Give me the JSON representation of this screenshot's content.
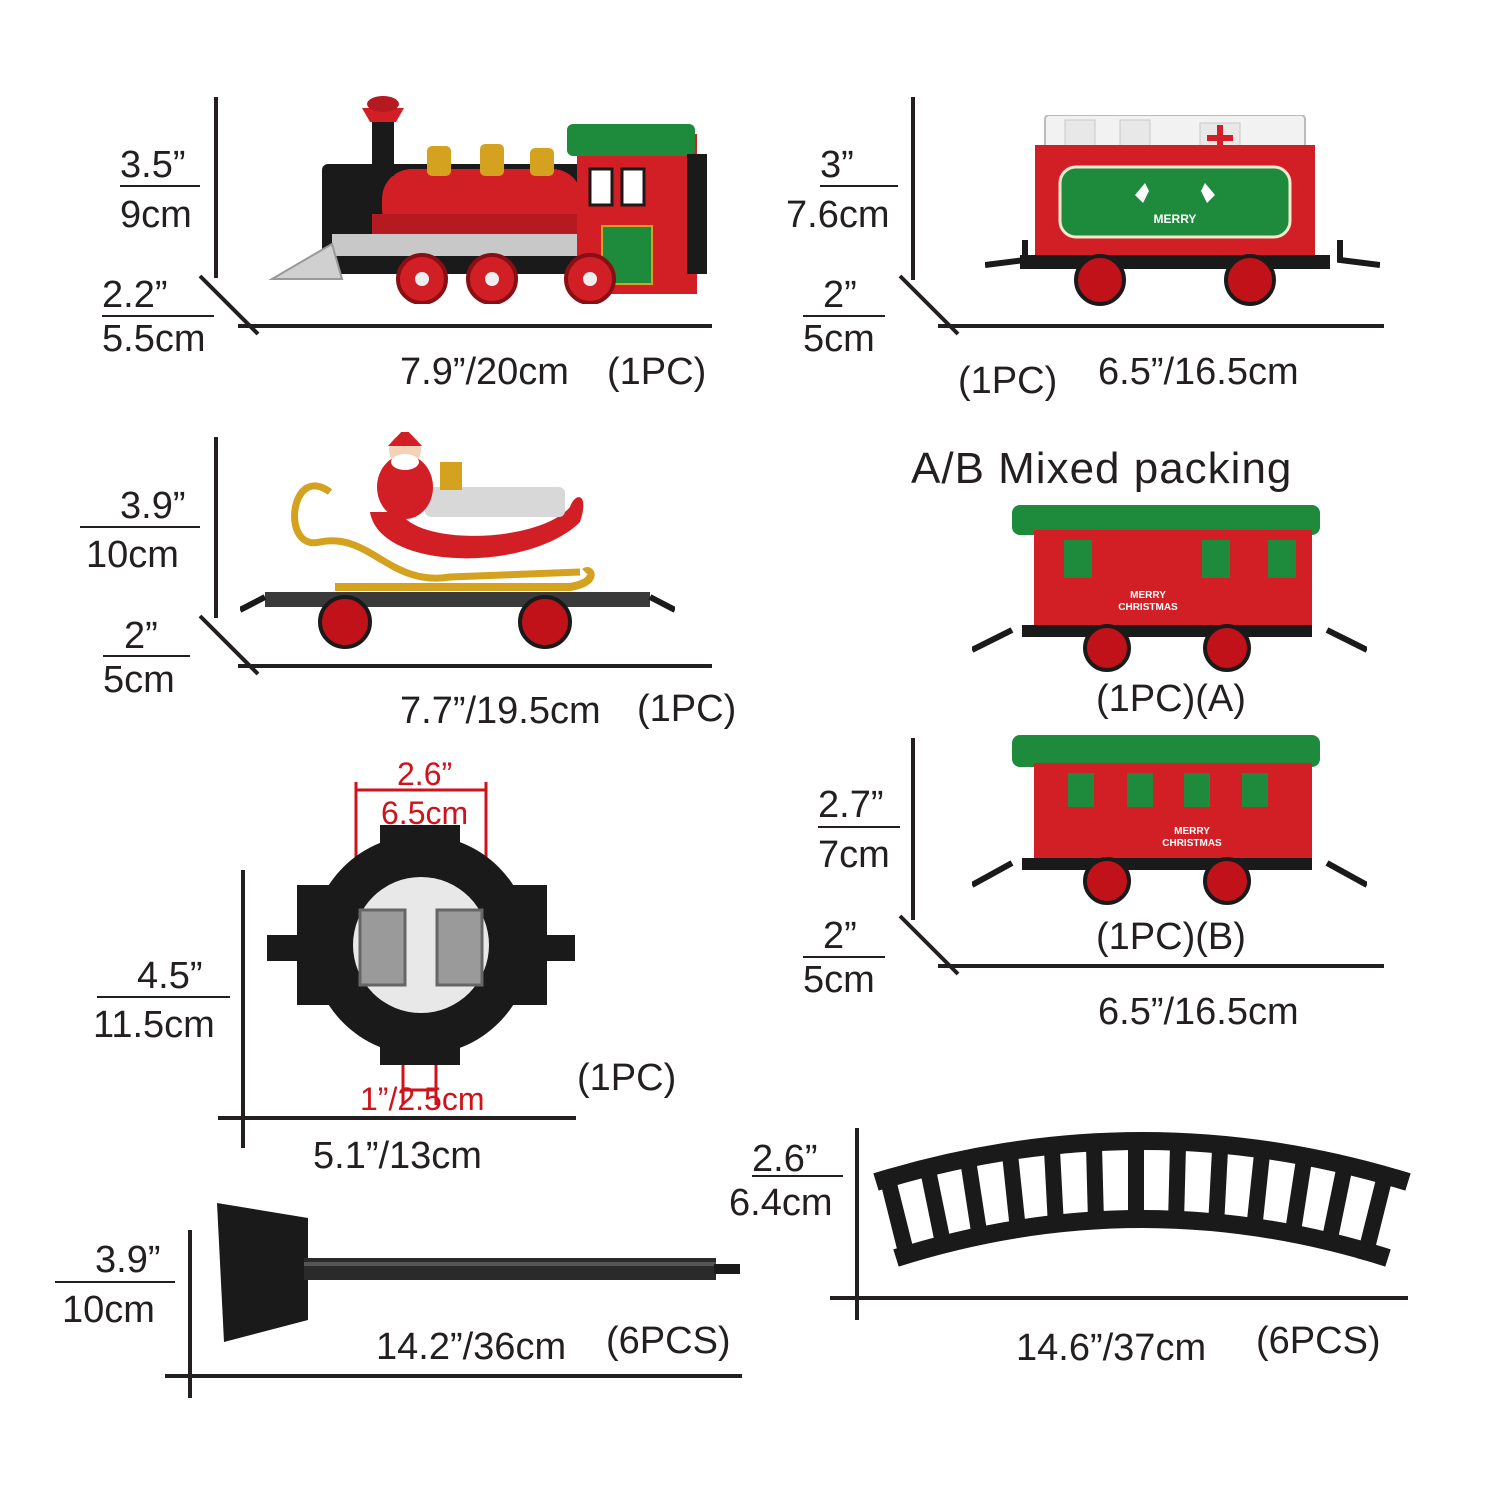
{
  "packing_title": "A/B Mixed packing",
  "locomotive": {
    "height": "3.5”",
    "height_cm": "9cm",
    "depth": "2.2”",
    "depth_cm": "5.5cm",
    "length": "7.9”/20cm",
    "qty": "(1PC)"
  },
  "gift_car": {
    "height": "3”",
    "height_cm": "7.6cm",
    "depth": "2”",
    "depth_cm": "5cm",
    "qty": "(1PC)",
    "length": "6.5”/16.5cm",
    "panel_text": "MERRY"
  },
  "sleigh_car": {
    "height": "3.9”",
    "height_cm": "10cm",
    "depth": "2”",
    "depth_cm": "5cm",
    "length": "7.7”/19.5cm",
    "qty": "(1PC)"
  },
  "coach_a": {
    "qty": "(1PC)(A)",
    "sign_line1": "MERRY",
    "sign_line2": "CHRISTMAS"
  },
  "coach_b": {
    "height": "2.7”",
    "height_cm": "7cm",
    "depth": "2”",
    "depth_cm": "5cm",
    "qty": "(1PC)(B)",
    "length": "6.5”/16.5cm",
    "sign_line1": "MERRY",
    "sign_line2": "CHRISTMAS"
  },
  "track_connector": {
    "inner_width": "2.6”",
    "inner_width_cm": "6.5cm",
    "gap": "1”/2.5cm",
    "height": "4.5”",
    "height_cm": "11.5cm",
    "length": "5.1”/13cm",
    "qty": "(1PC)"
  },
  "straight_track": {
    "height": "3.9”",
    "height_cm": "10cm",
    "length": "14.2”/36cm",
    "qty": "(6PCS)"
  },
  "curved_track": {
    "height": "2.6”",
    "height_cm": "6.4cm",
    "length": "14.6”/37cm",
    "qty": "(6PCS)"
  },
  "colors": {
    "toy_red": "#d21f26",
    "toy_green": "#1e8a3c",
    "dimension_red": "#d0121b",
    "line": "#231f20"
  }
}
